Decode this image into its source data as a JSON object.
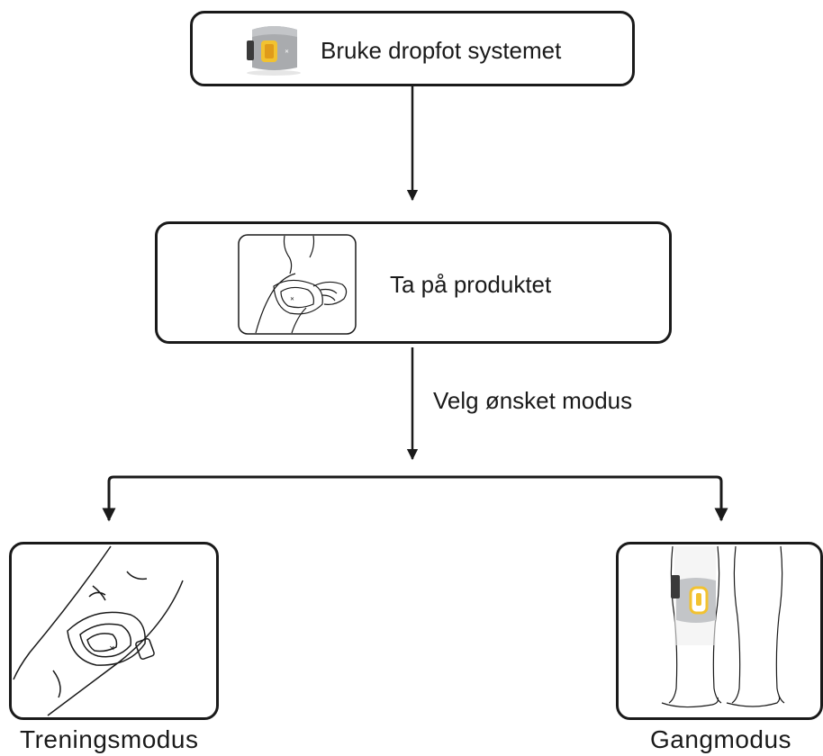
{
  "steps": {
    "use_system": "Bruke dropfot systemet",
    "put_on": "Ta på produktet"
  },
  "edge_label": "Velg ønsket modus",
  "modes": {
    "training": "Treningsmodus",
    "walking": "Gangmodus"
  },
  "colors": {
    "stroke": "#1a1a1a",
    "device_gray": "#a9abae",
    "device_accent": "#f2c230"
  }
}
